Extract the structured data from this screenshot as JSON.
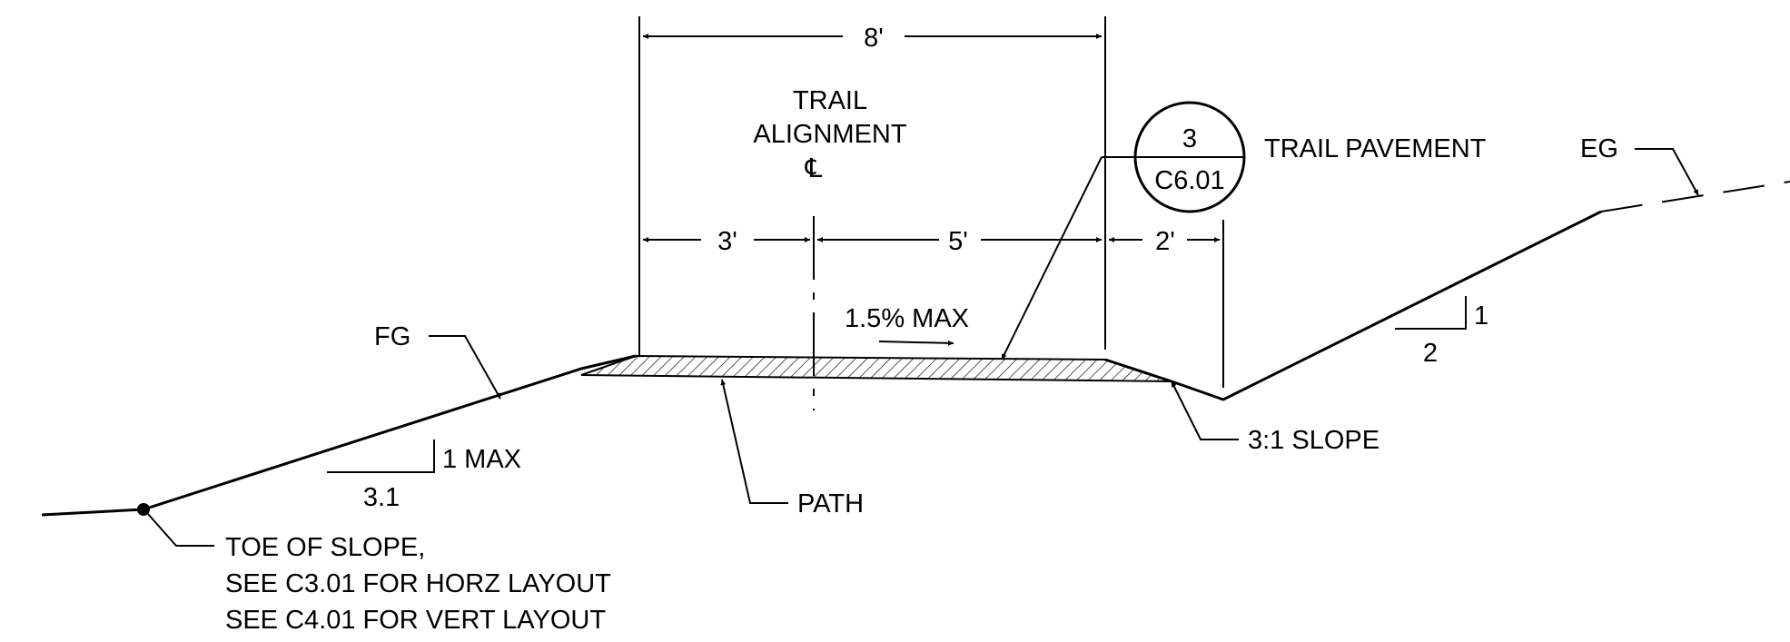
{
  "dimensions": {
    "overall": "8'",
    "left_of_centerline": "3'",
    "right_of_centerline": "5'",
    "shoulder": "2'"
  },
  "alignment_label": {
    "line1": "TRAIL",
    "line2": "ALIGNMENT",
    "centerline_symbol": "℄"
  },
  "cross_slope": "1.5% MAX",
  "detail_callout": {
    "detail_number": "3",
    "sheet_number": "C6.01",
    "label": "TRAIL PAVEMENT"
  },
  "labels": {
    "existing_grade": "EG",
    "finished_grade": "FG",
    "path": "PATH",
    "side_slope": "3:1 SLOPE",
    "toe_of_slope": [
      "TOE OF SLOPE,",
      "SEE C3.01 FOR HORZ LAYOUT",
      "SEE C4.01 FOR VERT LAYOUT"
    ]
  },
  "slope_ratios": {
    "left": {
      "rise": "1 MAX",
      "run": "3.1"
    },
    "right": {
      "rise": "1",
      "run": "2"
    }
  },
  "colors": {
    "linework": "#000000",
    "background": "#ffffff"
  }
}
